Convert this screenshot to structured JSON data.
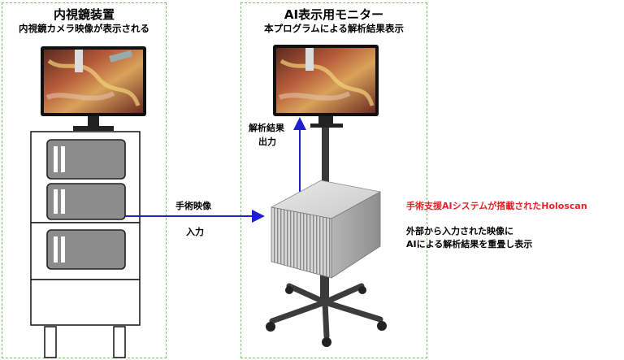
{
  "left_panel": {
    "title": "内視鏡装置",
    "subtitle": "内視鏡カメラ映像が表示される"
  },
  "right_panel": {
    "title": "AI表示用モニター",
    "subtitle": "本プログラムによる解析結果表示"
  },
  "arrows": {
    "input_label_top": "手術映像",
    "input_label_bottom": "入力",
    "output_label_line1": "解析結果",
    "output_label_line2": "出力"
  },
  "holoscan": {
    "heading": "手術支援AIシステムが搭載されたHoloscan",
    "desc_line1": "外部から入力された映像に",
    "desc_line2": "AIによる解析結果を重畳し表示"
  },
  "colors": {
    "frame_border": "#7dbf6a",
    "arrow": "#1f1fd0",
    "heading_red": "#e8202a"
  }
}
